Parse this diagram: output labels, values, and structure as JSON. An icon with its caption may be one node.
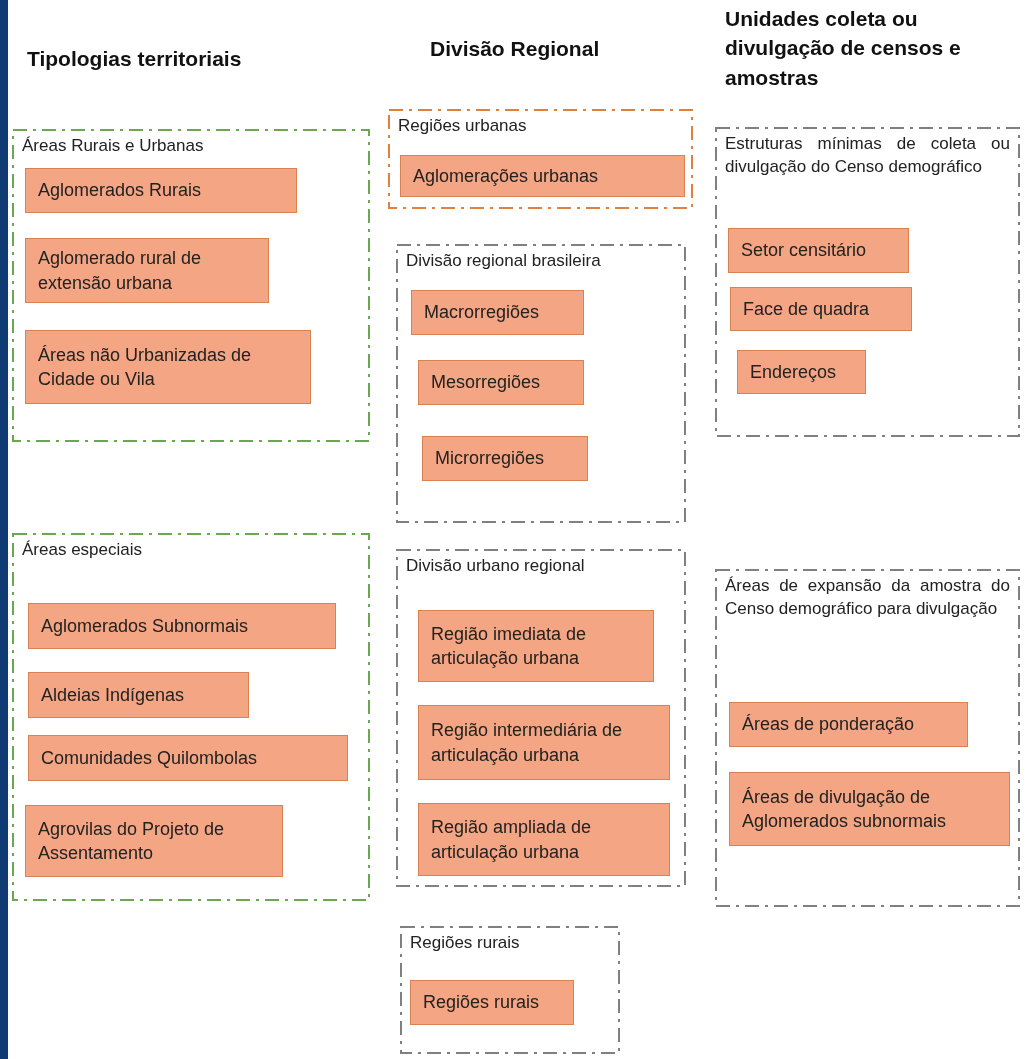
{
  "diagram": {
    "nodes": [
      {
        "text": [
          "Áreas Rurais e Urbanas"
        ]
      },
      {
        "text": [
          "Aglomerados Rurais"
        ],
        "in": 0
      },
      {
        "text": [
          "Aglomerado rural de extensão urbana"
        ],
        "in": 0
      },
      {
        "text": [
          "Áreas não Urbanizadas de Cidade ou Vila"
        ],
        "in": 0
      },
      {
        "text": [
          "Áreas especiais"
        ]
      },
      {
        "text": [
          "Aglomerados Subnormais"
        ],
        "in": 4
      },
      {
        "text": [
          "Aldeias Indígenas"
        ],
        "in": 4
      },
      {
        "text": [
          "Comunidades Quilombolas"
        ],
        "in": 4
      },
      {
        "text": [
          "Agrovilas do Projeto de Assentamento"
        ],
        "in": 4
      },
      {
        "text": [
          "Regiões urbanas"
        ]
      },
      {
        "text": [
          "Aglomerações urbanas"
        ],
        "in": 9
      },
      {
        "text": [
          "Divisão regional brasileira"
        ]
      },
      {
        "text": [
          "Macrorregiões"
        ],
        "in": 11
      },
      {
        "text": [
          "Mesorregiões"
        ],
        "in": 11
      },
      {
        "text": [
          "Microrregiões"
        ],
        "in": 11
      },
      {
        "text": [
          "Divisão urbano regional"
        ]
      },
      {
        "text": [
          "Região imediata de articulação urbana"
        ],
        "in": 15
      },
      {
        "text": [
          "Região intermediária de articulação urbana"
        ],
        "in": 15
      },
      {
        "text": [
          "Região ampliada de articulação urbana"
        ],
        "in": 15
      },
      {
        "text": [
          "Regiões rurais"
        ]
      },
      {
        "text": [
          "Regiões rurais"
        ],
        "in": 19
      },
      {
        "text": [
          "Estruturas mínimas de coleta ou divulgação do Censo demográfico"
        ]
      },
      {
        "text": [
          "Setor censitário"
        ],
        "in": 21
      },
      {
        "text": [
          "Face de quadra"
        ],
        "in": 21
      },
      {
        "text": [
          "Endereços"
        ],
        "in": 21
      },
      {
        "text": [
          "Áreas de expansão da amostra do Censo demográfico para divulgação"
        ]
      },
      {
        "text": [
          "Áreas de ponderação"
        ],
        "in": 25
      },
      {
        "text": [
          "Áreas de divulgação de Aglomerados subnormais"
        ],
        "in": 25
      }
    ],
    "labels": [
      "Tipologias territoriais",
      "Divisão Regional",
      "Unidades coleta ou divulgação de censos e amostras"
    ]
  }
}
